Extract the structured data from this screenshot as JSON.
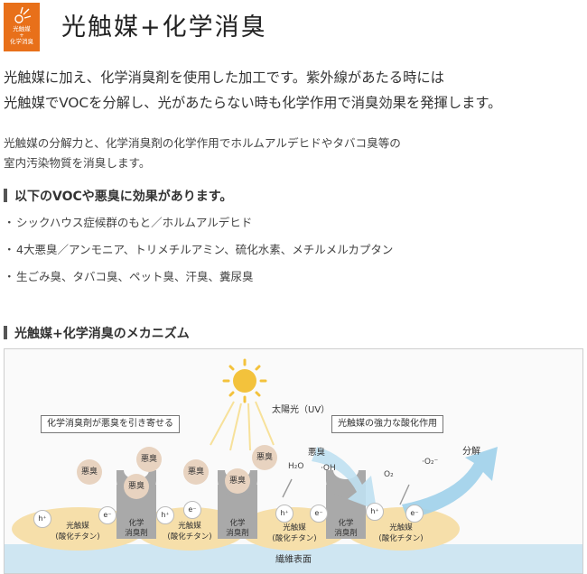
{
  "badge": {
    "line1": "光触媒",
    "line2": "+",
    "line3": "化学消臭"
  },
  "title": "光触媒+化学消臭",
  "intro": {
    "line1": "光触媒に加え、化学消臭剤を使用した加工です。紫外線があたる時には",
    "line2": "光触媒でVOCを分解し、光があたらない時も化学作用で消臭効果を発揮します。"
  },
  "intro2": {
    "line1": "光触媒の分解力と、化学消臭剤の化学作用でホルムアルデヒドやタバコ臭等の",
    "line2": "室内汚染物質を消臭します。"
  },
  "effects_heading": "以下のVOCや悪臭に効果があります。",
  "bullet": "・",
  "effects": [
    "シックハウス症候群のもと／ホルムアルデヒド",
    "4大悪臭／アンモニア、トリメチルアミン、硫化水素、メチルメルカプタン",
    "生ごみ臭、タバコ臭、ペット臭、汗臭、糞尿臭"
  ],
  "mechanism_heading": "光触媒+化学消臭のメカニズム",
  "diagram": {
    "sun_label": "太陽光（UV）",
    "left_box": "化学消臭剤が悪臭を引き寄せる",
    "right_box": "光触媒の強力な酸化作用",
    "odor": "悪臭",
    "catalyst_line1": "光触媒",
    "catalyst_line2": "(酸化チタン)",
    "agent_line1": "化学",
    "agent_line2": "消臭剤",
    "h_plus": "h⁺",
    "e_minus": "e⁻",
    "h2o": "H₂O",
    "oh": "·OH",
    "o2": "O₂",
    "o2_radical": "·O₂⁻",
    "decompose": "分解",
    "fiber_surface": "繊維表面"
  },
  "colors": {
    "badge": "#e8701a",
    "odor": "#e8d3c0",
    "catalyst": "#f6dfaa",
    "agent": "#a9a9a9",
    "fiber": "#cfe6f2",
    "arrow": "#9fd0ea",
    "sun": "#f3c23c"
  }
}
